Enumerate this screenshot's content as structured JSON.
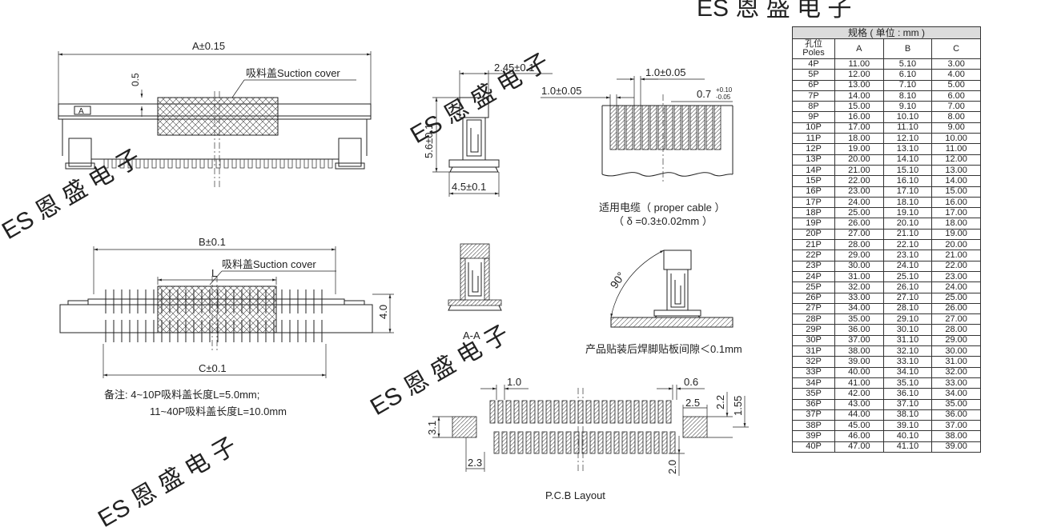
{
  "drawing": {
    "top_view": {
      "dim_a": "A±0.15",
      "dim_offset": "0.5",
      "cover_label": "吸料盖Suction cover",
      "marker": "A"
    },
    "side_view": {
      "dim_width_top": "2.45±0.1",
      "dim_height": "5.6±0.1",
      "dim_width_bottom": "4.5±0.1"
    },
    "cable": {
      "dim_pitch": "1.0±0.05",
      "dim_width": "1.0±0.05",
      "dim_thickness": "0.7",
      "tol_plus": "+0.10",
      "tol_minus": "-0.05",
      "caption_line1": "适用电缆（ proper cable ）",
      "caption_line2": "（ δ =0.3±0.02mm ）"
    },
    "front_view": {
      "dim_b": "B±0.1",
      "cover_label": "吸料盖Suction cover",
      "dim_l": "L",
      "dim_height": "4.0",
      "dim_c": "C±0.1"
    },
    "section": {
      "label": "A-A"
    },
    "angle_view": {
      "angle": "90°",
      "caption": "产品贴装后焊脚贴板间隙＜0.1mm"
    },
    "notes": {
      "line1": "备注:  4~10P吸料盖长度L=5.0mm;",
      "line2": "11~40P吸料盖长度L=10.0mm"
    },
    "pcb": {
      "title": "P.C.B Layout",
      "dim_pitch": "1.0",
      "dim_pad": "0.6",
      "dim_side": "2.5",
      "dim_h1": "2.2",
      "dim_h2": "1.55",
      "dim_h3": "3.1",
      "dim_w": "2.3",
      "dim_b": "2.0"
    },
    "watermark": "ES 恩 盛 电 子"
  },
  "spec_table": {
    "caption": "规格 ( 单位 : mm )",
    "col_poles_cn": "孔位",
    "col_poles_en": "Poles",
    "col_a": "A",
    "col_b": "B",
    "col_c": "C",
    "rows": [
      [
        "4P",
        "11.00",
        "5.10",
        "3.00"
      ],
      [
        "5P",
        "12.00",
        "6.10",
        "4.00"
      ],
      [
        "6P",
        "13.00",
        "7.10",
        "5.00"
      ],
      [
        "7P",
        "14.00",
        "8.10",
        "6.00"
      ],
      [
        "8P",
        "15.00",
        "9.10",
        "7.00"
      ],
      [
        "9P",
        "16.00",
        "10.10",
        "8.00"
      ],
      [
        "10P",
        "17.00",
        "11.10",
        "9.00"
      ],
      [
        "11P",
        "18.00",
        "12.10",
        "10.00"
      ],
      [
        "12P",
        "19.00",
        "13.10",
        "11.00"
      ],
      [
        "13P",
        "20.00",
        "14.10",
        "12.00"
      ],
      [
        "14P",
        "21.00",
        "15.10",
        "13.00"
      ],
      [
        "15P",
        "22.00",
        "16.10",
        "14.00"
      ],
      [
        "16P",
        "23.00",
        "17.10",
        "15.00"
      ],
      [
        "17P",
        "24.00",
        "18.10",
        "16.00"
      ],
      [
        "18P",
        "25.00",
        "19.10",
        "17.00"
      ],
      [
        "19P",
        "26.00",
        "20.10",
        "18.00"
      ],
      [
        "20P",
        "27.00",
        "21.10",
        "19.00"
      ],
      [
        "21P",
        "28.00",
        "22.10",
        "20.00"
      ],
      [
        "22P",
        "29.00",
        "23.10",
        "21.00"
      ],
      [
        "23P",
        "30.00",
        "24.10",
        "22.00"
      ],
      [
        "24P",
        "31.00",
        "25.10",
        "23.00"
      ],
      [
        "25P",
        "32.00",
        "26.10",
        "24.00"
      ],
      [
        "26P",
        "33.00",
        "27.10",
        "25.00"
      ],
      [
        "27P",
        "34.00",
        "28.10",
        "26.00"
      ],
      [
        "28P",
        "35.00",
        "29.10",
        "27.00"
      ],
      [
        "29P",
        "36.00",
        "30.10",
        "28.00"
      ],
      [
        "30P",
        "37.00",
        "31.10",
        "29.00"
      ],
      [
        "31P",
        "38.00",
        "32.10",
        "30.00"
      ],
      [
        "32P",
        "39.00",
        "33.10",
        "31.00"
      ],
      [
        "33P",
        "40.00",
        "34.10",
        "32.00"
      ],
      [
        "34P",
        "41.00",
        "35.10",
        "33.00"
      ],
      [
        "35P",
        "42.00",
        "36.10",
        "34.00"
      ],
      [
        "36P",
        "43.00",
        "37.10",
        "35.00"
      ],
      [
        "37P",
        "44.00",
        "38.10",
        "36.00"
      ],
      [
        "38P",
        "45.00",
        "39.10",
        "37.00"
      ],
      [
        "39P",
        "46.00",
        "40.10",
        "38.00"
      ],
      [
        "40P",
        "47.00",
        "41.10",
        "39.00"
      ]
    ]
  }
}
